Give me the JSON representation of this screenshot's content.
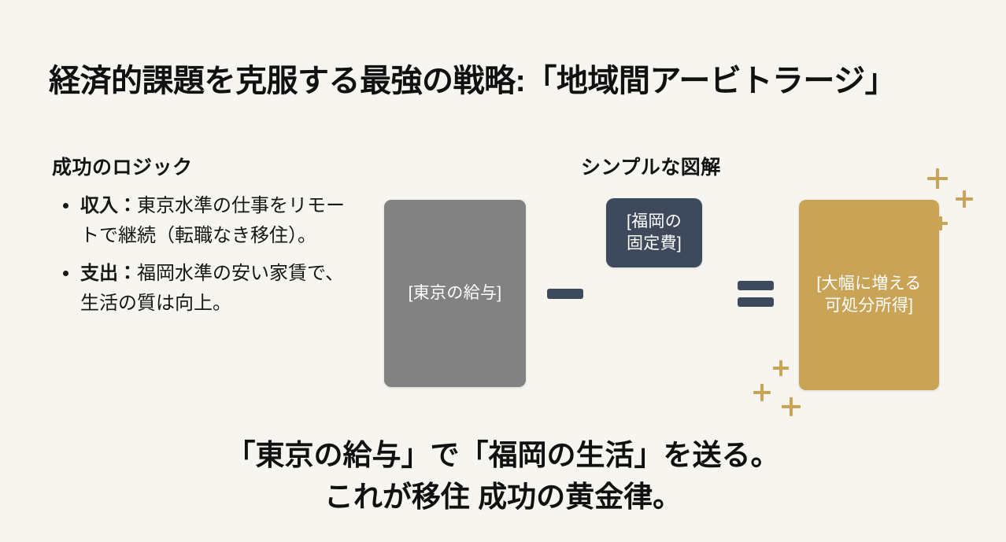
{
  "slide": {
    "title": "経済的課題を克服する最強の戦略:「地域間アービトラージ」",
    "background_color": "#f7f5f0"
  },
  "logic_section": {
    "heading": "成功のロジック",
    "bullets": [
      {
        "lead": "収入：",
        "text": "東京水準の仕事をリモートで継続（転職なき移住）。"
      },
      {
        "lead": "支出：",
        "text": "福岡水準の安い家賃で、生活の質は向上。"
      }
    ]
  },
  "diagram_section": {
    "heading": "シンプルな図解",
    "boxes": [
      {
        "id": "tokyo-salary",
        "label": "[東京の給与]",
        "color": "#828282"
      },
      {
        "id": "fukuoka-fixed-cost",
        "label": "[福岡の\n固定費]",
        "line1": "[福岡の",
        "line2": "固定費]",
        "color": "#3e4a5c"
      },
      {
        "id": "disposable-income",
        "label": "[大幅に増える\n可処分所得]",
        "line1": "[大幅に増える",
        "line2": "可処分所得]",
        "color": "#c9a356"
      }
    ],
    "operators": {
      "minus": "−",
      "equals": "=",
      "color": "#3e4a5c"
    },
    "sparkle_color": "#c9a356"
  },
  "conclusion": {
    "line1": "「東京の給与」で「福岡の生活」を送る。",
    "line2": "これが移住 成功の黄金律。"
  }
}
